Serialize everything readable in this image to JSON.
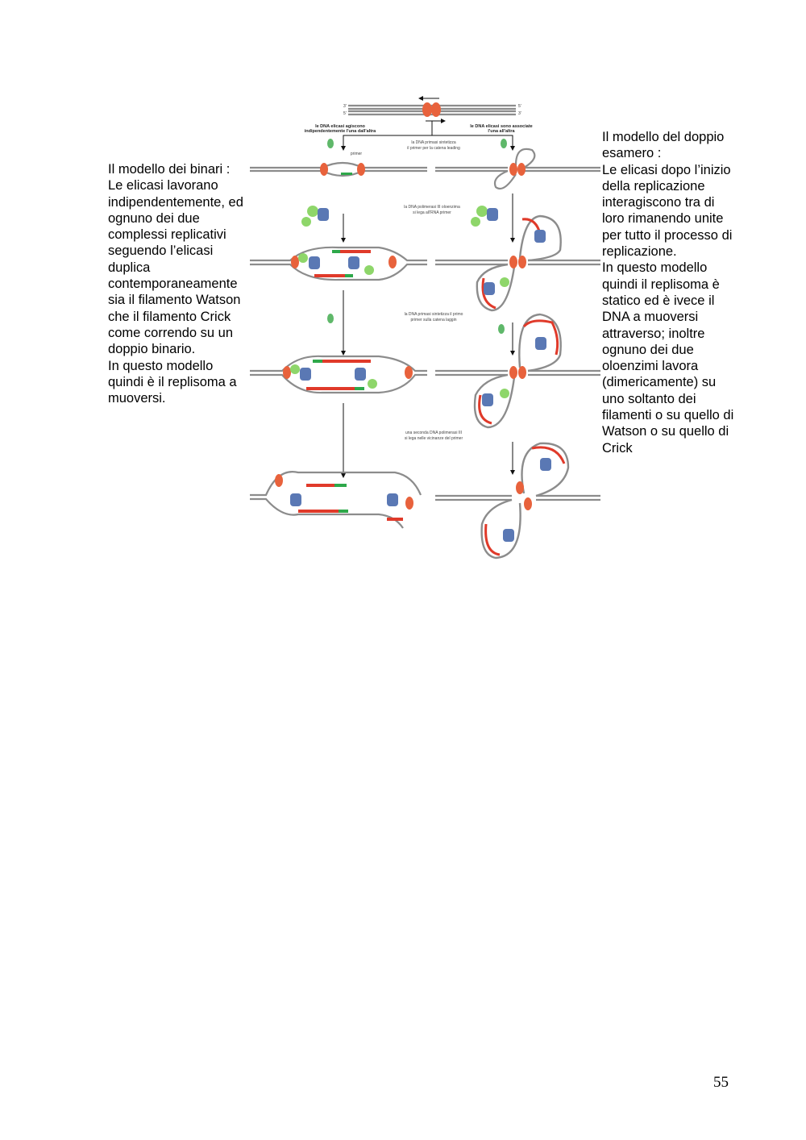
{
  "left_text": {
    "title": "Il modello dei binari :",
    "body": "Le elicasi lavorano\nindipendentemente, ed\nognuno dei due\ncomplessi replicativi\nseguendo l’elicasi\nduplica\ncontemporaneamente\nsia il filamento Watson\nche il filamento Crick\ncome correndo su un\ndoppio binario.",
    "conclusion": "In questo modello\nquindi è il replisoma a\nmuoversi."
  },
  "right_text": {
    "title": "Il modello del doppio\nesamero :",
    "body": "Le elicasi dopo l’inizio\ndella replicazione\ninteragiscono tra di\nloro rimanendo unite\nper tutto il processo di\nreplicazione.",
    "conclusion": "In questo modello\nquindi il replisoma è\nstatico ed è ivece il\nDNA a muoversi\nattraverso; inoltre\nognuno dei due\noloenzimi lavora\n(dimericamente) su\nuno soltanto dei\nfilamenti o su quello di\nWatson o su quello di\nCrick"
  },
  "figure": {
    "header_left": [
      "le DNA elicasi agiscono",
      "indipendentemente l'una dall'altra"
    ],
    "header_right": [
      "le DNA elicasi sono associate",
      "l'una all'altra"
    ],
    "step_primase_leading": [
      "la DNA primasi sintetizza",
      "il primer per la catena leading"
    ],
    "step_pol3_binds": [
      "la DNA polimerasi III oloenzima",
      "si lega all'RNA primer"
    ],
    "step_primase_lagging": [
      "la DNA primasi sintetizza il primo",
      "primer sulla catena laggin"
    ],
    "step_second_pol3": [
      "una seconda DNA polimerasi III",
      "si lega nelle vicinanze del primer"
    ],
    "primer_label": "primer",
    "end_5": "5'",
    "end_3": "3'",
    "colors": {
      "dna": "#8c8c8c",
      "helicase": "#e8623c",
      "primase": "#8ed66a",
      "polymerase": "#5a78b4",
      "clamp": "#6b6fd0",
      "new_strand": "#e03a2a",
      "primer": "#2ea84a"
    }
  },
  "page_number": "55"
}
